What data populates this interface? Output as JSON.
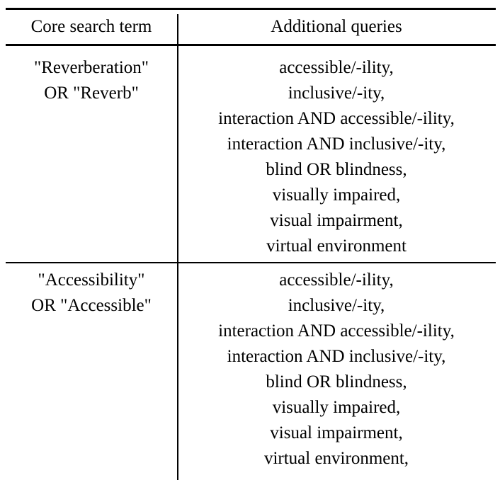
{
  "table": {
    "headers": {
      "core_search_term": "Core search term",
      "additional_queries": "Additional queries"
    },
    "rows": [
      {
        "core_term_lines": [
          "\"Reverberation\"",
          "OR \"Reverb\""
        ],
        "queries": [
          "accessible/-ility,",
          "inclusive/-ity,",
          "interaction AND accessible/-ility,",
          "interaction AND inclusive/-ity,",
          "blind OR blindness,",
          "visually impaired,",
          "visual impairment,",
          "virtual environment"
        ]
      },
      {
        "core_term_lines": [
          "\"Accessibility\"",
          "OR \"Accessible\""
        ],
        "queries": [
          "accessible/-ility,",
          "inclusive/-ity,",
          "interaction AND accessible/-ility,",
          "interaction AND inclusive/-ity,",
          "blind OR blindness,",
          "visually impaired,",
          "visual impairment,",
          "virtual environment,"
        ]
      }
    ],
    "colors": {
      "rule": "#000000",
      "text": "#000000",
      "background": "#ffffff"
    }
  }
}
